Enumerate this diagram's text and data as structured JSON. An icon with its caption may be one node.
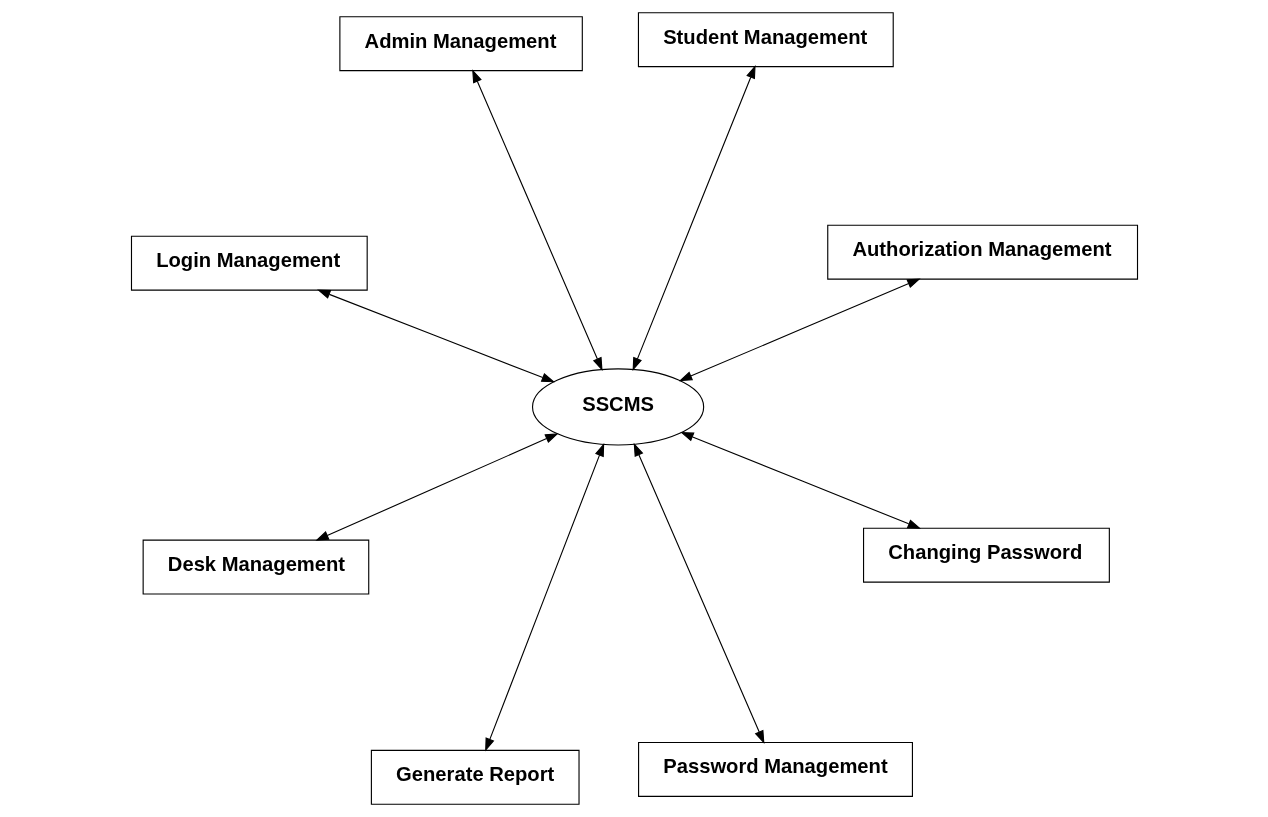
{
  "diagram": {
    "nodes": [
      {
        "text": [
          "Login Management"
        ]
      },
      {
        "text": [
          "Authorization Management"
        ]
      },
      {
        "text": [
          "Generate Report"
        ]
      },
      {
        "text": [
          "Admin Management"
        ]
      },
      {
        "text": [
          "Student Management"
        ]
      },
      {
        "text": [
          "SSCMS"
        ]
      },
      {
        "text": [
          "Desk Management"
        ]
      },
      {
        "text": [
          "Changing Password"
        ]
      },
      {
        "text": [
          "Password Management"
        ]
      }
    ],
    "edges": [
      {
        "from": 5,
        "to": 0,
        "arrow": "both"
      },
      {
        "from": 5,
        "to": 1,
        "arrow": "both"
      },
      {
        "from": 5,
        "to": 2,
        "arrow": "both"
      },
      {
        "from": 5,
        "to": 3,
        "arrow": "both"
      },
      {
        "from": 5,
        "to": 4,
        "arrow": "both"
      },
      {
        "from": 5,
        "to": 6,
        "arrow": "both"
      },
      {
        "from": 5,
        "to": 7,
        "arrow": "both"
      },
      {
        "from": 5,
        "to": 8,
        "arrow": "both"
      }
    ]
  }
}
